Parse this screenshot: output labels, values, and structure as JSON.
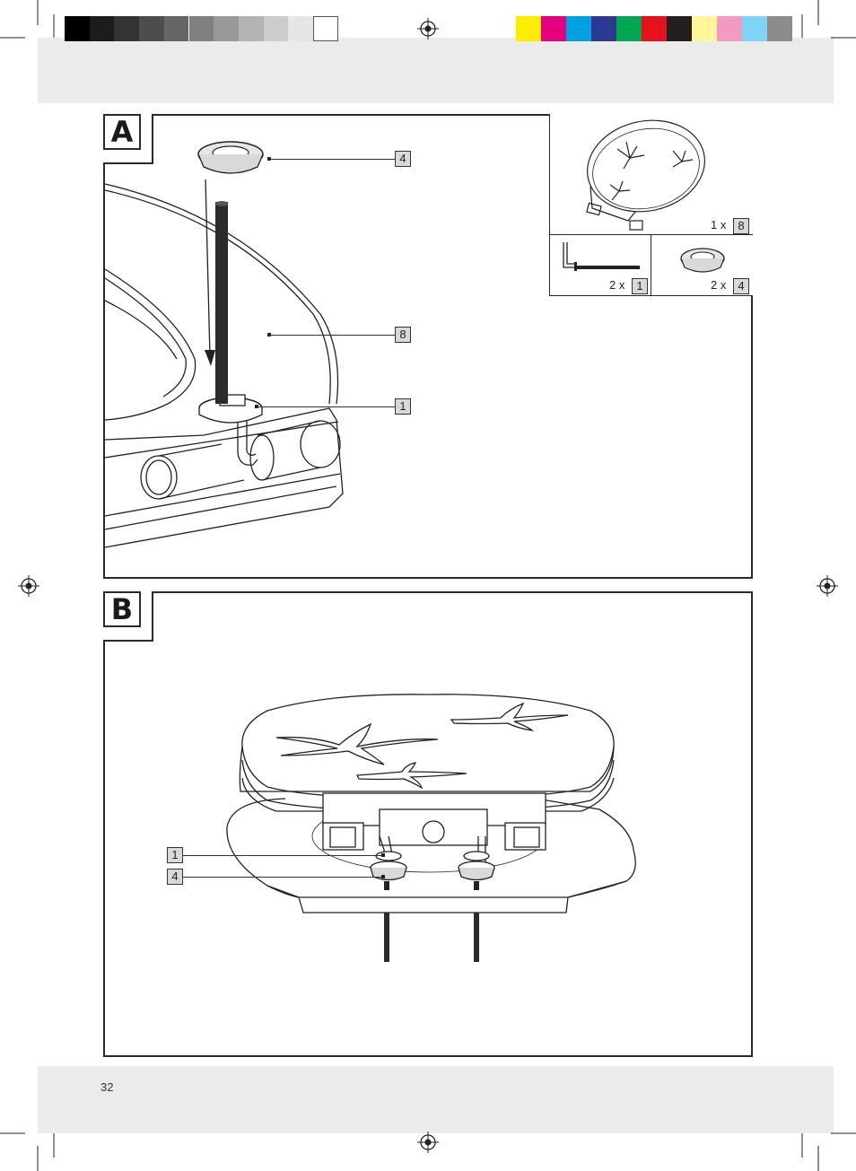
{
  "colors": {
    "grayscale_bar": [
      "#000000",
      "#1c1c1c",
      "#333333",
      "#4d4d4d",
      "#666666",
      "#808080",
      "#999999",
      "#b3b3b3",
      "#cccccc",
      "#e6e6e6",
      "#ffffff"
    ],
    "process_bar": [
      "#ffed00",
      "#e5007d",
      "#00a0e3",
      "#2b3990",
      "#00a651",
      "#e3121d",
      "#231f20",
      "#fff799",
      "#f49ac1",
      "#7fd3f7",
      "#8c8c8c"
    ],
    "band": "#ebebeb",
    "callout_fill": "#d9d9d9"
  },
  "figure_a": {
    "label": "A",
    "callouts": {
      "ring": "4",
      "seat": "8",
      "bolt": "1"
    },
    "parts_list": [
      {
        "quantity": "1 x",
        "part": "8",
        "icon": "toilet-seat-icon"
      },
      {
        "quantity": "2 x",
        "part": "1",
        "icon": "hinge-bolt-icon"
      },
      {
        "quantity": "2 x",
        "part": "4",
        "icon": "rubber-ring-icon"
      }
    ]
  },
  "figure_b": {
    "label": "B",
    "callouts": {
      "bolt": "1",
      "ring": "4"
    }
  },
  "page_number": "32"
}
